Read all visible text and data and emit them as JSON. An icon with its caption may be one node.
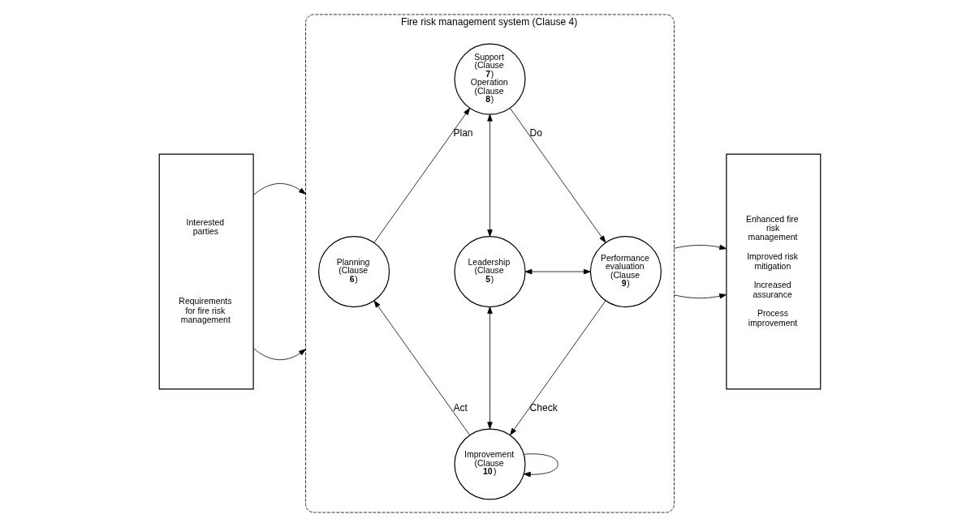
{
  "diagram": {
    "nodes": [
      {
        "text": [
          "Interested parties",
          "Requirements for fire risk management"
        ]
      },
      {
        "text": [
          "Fire risk management system (Clause 4)"
        ]
      },
      {
        "text": [
          "Support (Clause **7**)",
          "Operation (Clause **8**)"
        ],
        "in": 1
      },
      {
        "text": [
          "Planning (Clause **6**)"
        ],
        "in": 1
      },
      {
        "text": [
          "Leadership (Clause **5**)"
        ],
        "in": 1
      },
      {
        "text": [
          "Performance evaluation (Clause **9**)"
        ],
        "in": 1
      },
      {
        "text": [
          "Improvement (Clause **10**)"
        ],
        "in": 1
      },
      {
        "text": [
          "Enhanced fire risk management",
          "Improved risk mitigation",
          "Increased assurance",
          "Process improvement"
        ]
      }
    ],
    "edges": [
      {
        "from": 0,
        "to": 1,
        "arrow": "to"
      },
      {
        "from": 0,
        "to": 1,
        "arrow": "to"
      },
      {
        "from": 3,
        "to": 2,
        "arrow": "to",
        "label": "Plan"
      },
      {
        "from": 2,
        "to": 5,
        "arrow": "to",
        "label": "Do"
      },
      {
        "from": 5,
        "to": 6,
        "arrow": "to",
        "label": "Check"
      },
      {
        "from": 6,
        "to": 3,
        "arrow": "to",
        "label": "Act"
      },
      {
        "from": 2,
        "to": 4,
        "arrow": "both"
      },
      {
        "from": 4,
        "to": 5,
        "arrow": "both"
      },
      {
        "from": 4,
        "to": 6,
        "arrow": "both"
      },
      {
        "from": 6,
        "to": 6,
        "arrow": "to"
      },
      {
        "from": 1,
        "to": 7,
        "arrow": "to"
      },
      {
        "from": 1,
        "to": 7,
        "arrow": "to"
      }
    ]
  }
}
